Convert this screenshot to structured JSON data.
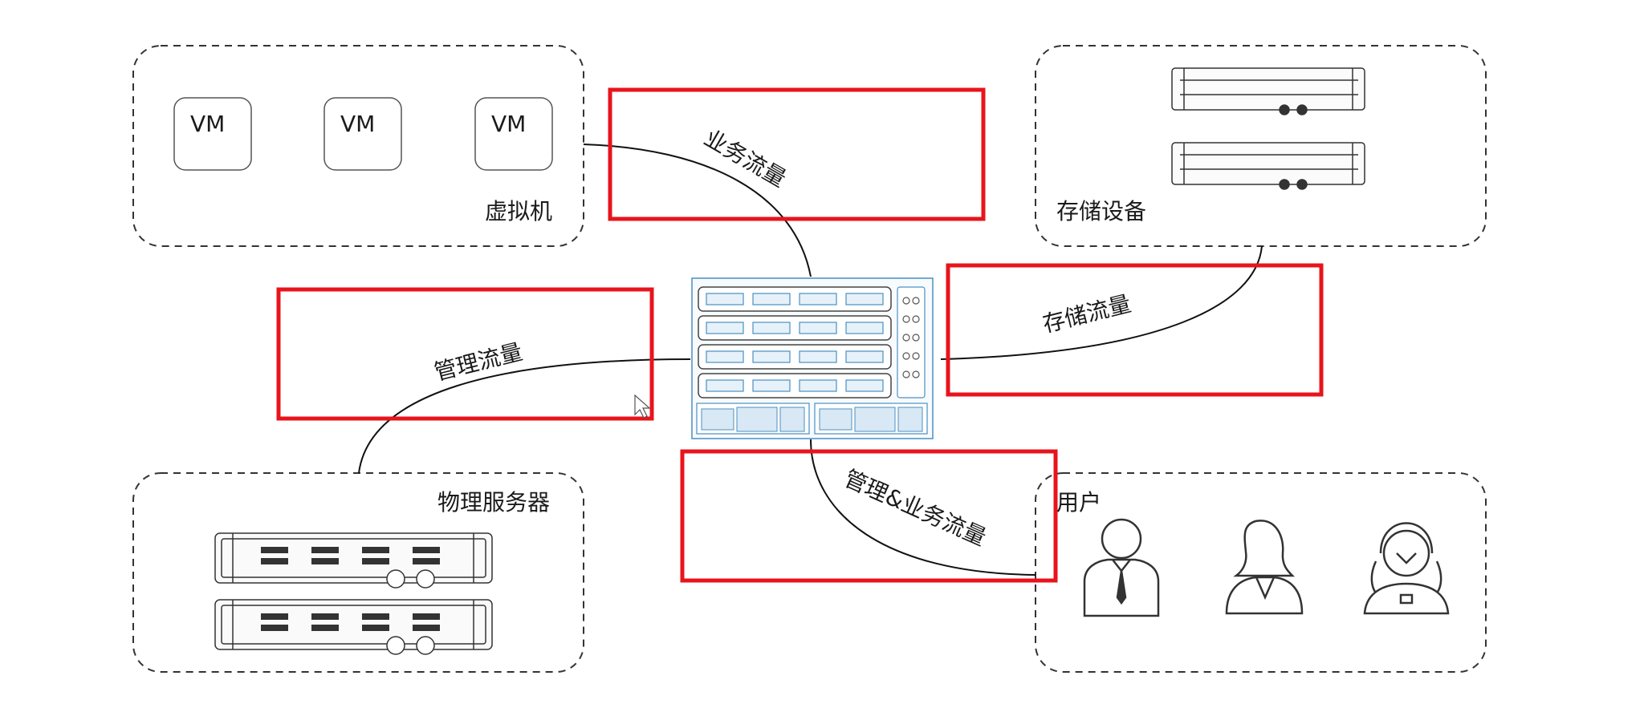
{
  "groups": {
    "vm": {
      "label": "虚拟机",
      "items": [
        "VM",
        "VM",
        "VM"
      ]
    },
    "storage": {
      "label": "存储设备"
    },
    "physical": {
      "label": "物理服务器"
    },
    "users": {
      "label": "用户"
    }
  },
  "links": {
    "business": "业务流量",
    "storage": "存储流量",
    "management": "管理流量",
    "mgmt_business": "管理&业务流量"
  },
  "colors": {
    "highlight": "#e8141c",
    "line": "#111111",
    "dashed_border": "#333333",
    "server_accent": "#4a90c2"
  }
}
